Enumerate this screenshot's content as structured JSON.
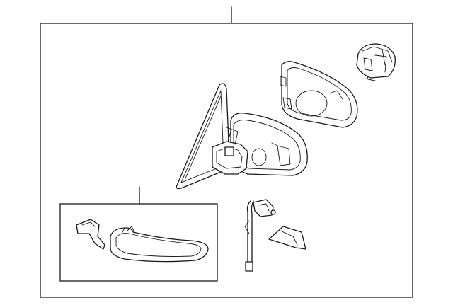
{
  "diagram": {
    "background": "#ffffff",
    "stroke": "#1a1a1a",
    "parts": [
      {
        "name": "mirror-glass",
        "icon": "mirror-glass-outline"
      },
      {
        "name": "mirror-housing",
        "icon": "mirror-housing-outline"
      },
      {
        "name": "housing-cover",
        "icon": "housing-cover-outline"
      },
      {
        "name": "motor-actuator",
        "icon": "motor-outline"
      },
      {
        "name": "wiring-harness",
        "icon": "wire-outline"
      },
      {
        "name": "small-trim-piece",
        "icon": "trim-outline"
      },
      {
        "name": "bracket",
        "icon": "bracket-outline"
      },
      {
        "name": "turn-signal-lamp",
        "icon": "lamp-outline"
      }
    ]
  }
}
